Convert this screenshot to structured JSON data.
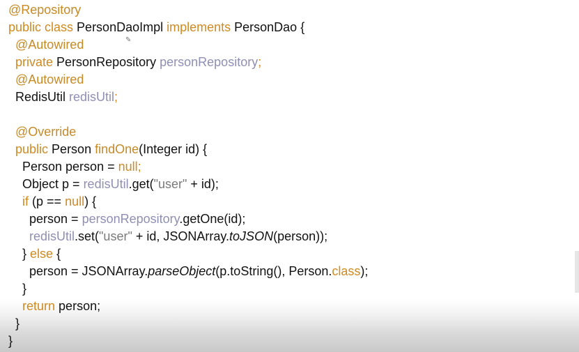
{
  "code": {
    "lines": [
      [
        {
          "t": "@Repository",
          "c": "ann"
        }
      ],
      [
        {
          "t": "public class ",
          "c": "kw"
        },
        {
          "t": "PersonDaoImpl ",
          "c": ""
        },
        {
          "t": "implements ",
          "c": "kw"
        },
        {
          "t": "PersonDao {",
          "c": ""
        }
      ],
      [
        {
          "t": "  ",
          "c": ""
        },
        {
          "t": "@Autowired",
          "c": "ann"
        }
      ],
      [
        {
          "t": "  ",
          "c": ""
        },
        {
          "t": "private ",
          "c": "kw"
        },
        {
          "t": "PersonRepository ",
          "c": ""
        },
        {
          "t": "personRepository",
          "c": "id"
        },
        {
          "t": ";",
          "c": "kw"
        }
      ],
      [
        {
          "t": "  ",
          "c": ""
        },
        {
          "t": "@Autowired",
          "c": "ann"
        }
      ],
      [
        {
          "t": "  RedisUtil ",
          "c": ""
        },
        {
          "t": "redisUtil",
          "c": "id"
        },
        {
          "t": ";",
          "c": "kw"
        }
      ],
      [
        {
          "t": "",
          "c": ""
        }
      ],
      [
        {
          "t": "  ",
          "c": ""
        },
        {
          "t": "@Override",
          "c": "ann"
        }
      ],
      [
        {
          "t": "  ",
          "c": ""
        },
        {
          "t": "public ",
          "c": "kw"
        },
        {
          "t": "Person ",
          "c": ""
        },
        {
          "t": "findOne",
          "c": "ann"
        },
        {
          "t": "(Integer id) {",
          "c": ""
        }
      ],
      [
        {
          "t": "    Person person = ",
          "c": ""
        },
        {
          "t": "null",
          "c": "kw"
        },
        {
          "t": ";",
          "c": "kw"
        }
      ],
      [
        {
          "t": "    Object p = ",
          "c": ""
        },
        {
          "t": "redisUtil",
          "c": "id"
        },
        {
          "t": ".get(",
          "c": ""
        },
        {
          "t": "\"user\"",
          "c": "str"
        },
        {
          "t": " + id);",
          "c": ""
        }
      ],
      [
        {
          "t": "    ",
          "c": ""
        },
        {
          "t": "if ",
          "c": "kw"
        },
        {
          "t": "(p == ",
          "c": ""
        },
        {
          "t": "null",
          "c": "kw"
        },
        {
          "t": ") {",
          "c": ""
        }
      ],
      [
        {
          "t": "      person = ",
          "c": ""
        },
        {
          "t": "personRepository",
          "c": "id"
        },
        {
          "t": ".getOne(id);",
          "c": ""
        }
      ],
      [
        {
          "t": "      ",
          "c": ""
        },
        {
          "t": "redisUtil",
          "c": "id"
        },
        {
          "t": ".set(",
          "c": ""
        },
        {
          "t": "\"user\"",
          "c": "str"
        },
        {
          "t": " + id, JSONArray.",
          "c": ""
        },
        {
          "t": "toJSON",
          "c": "it"
        },
        {
          "t": "(person));",
          "c": ""
        }
      ],
      [
        {
          "t": "    } ",
          "c": ""
        },
        {
          "t": "else ",
          "c": "kw"
        },
        {
          "t": "{",
          "c": ""
        }
      ],
      [
        {
          "t": "      person = JSONArray.",
          "c": ""
        },
        {
          "t": "parseObject",
          "c": "it"
        },
        {
          "t": "(p.toString(), Person.",
          "c": ""
        },
        {
          "t": "class",
          "c": "kw"
        },
        {
          "t": ");",
          "c": ""
        }
      ],
      [
        {
          "t": "    }",
          "c": ""
        }
      ],
      [
        {
          "t": "    ",
          "c": ""
        },
        {
          "t": "return ",
          "c": "kw"
        },
        {
          "t": "person;",
          "c": ""
        }
      ],
      [
        {
          "t": "  }",
          "c": ""
        }
      ],
      [
        {
          "t": "}",
          "c": ""
        }
      ]
    ]
  },
  "colors": {
    "keyword": "#d08a22",
    "annotation": "#c78a24",
    "identifier": "#8f8fb3",
    "string": "#7a7a7a",
    "text": "#111111"
  },
  "icons": {
    "pen": "pen-icon"
  }
}
